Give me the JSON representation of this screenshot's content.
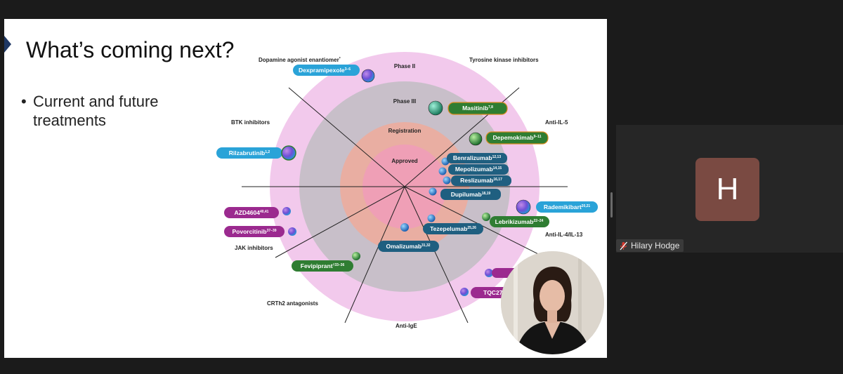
{
  "slide": {
    "title": "What’s coming next?",
    "bullet": "Current and future treatments"
  },
  "diagram": {
    "rings": [
      "Phase II",
      "Phase III",
      "Registration",
      "Approved"
    ],
    "ring_colors": [
      "#f2c9ec",
      "#c8bfc9",
      "#e9aea2",
      "#ef9fb6"
    ],
    "categories": {
      "dopamine": "Dopamine agonist enantiomer",
      "dopamine_sup": "*",
      "tki": "Tyrosine kinase inhibitors",
      "btk": "BTK inhibitors",
      "anti_il5": "Anti-IL-5",
      "jak": "JAK inhibitors",
      "anti_il4": "Anti-IL-4/IL-13",
      "crth2": "CRTh2 antagonists",
      "anti_ige": "Anti-IgE"
    },
    "drugs": [
      {
        "id": "dexpramipexole",
        "name": "Dexpramipexole",
        "sup": "3–6",
        "color": "#2aa3d8"
      },
      {
        "id": "masitinib",
        "name": "Masitinib",
        "sup": "7,8",
        "color": "#2f7d32"
      },
      {
        "id": "depemokimab",
        "name": "Depemokimab",
        "sup": "9–11",
        "color": "#2f7d32"
      },
      {
        "id": "rilzabrutinib",
        "name": "Rilzabrutinib",
        "sup": "1,2",
        "color": "#2aa3d8"
      },
      {
        "id": "benralizumab",
        "name": "Benralizumab",
        "sup": "12,13",
        "color": "#1f5f80"
      },
      {
        "id": "mepolizumab",
        "name": "Mepolizumab",
        "sup": "14,15",
        "color": "#1f5f80"
      },
      {
        "id": "reslizumab",
        "name": "Reslizumab",
        "sup": "16,17",
        "color": "#1f5f80"
      },
      {
        "id": "dupilumab",
        "name": "Dupilumab",
        "sup": "18,19",
        "color": "#1f5f80"
      },
      {
        "id": "rademikibart",
        "name": "Rademikibart",
        "sup": "20,21",
        "color": "#2aa3d8"
      },
      {
        "id": "azd4604",
        "name": "AZD4604",
        "sup": "40,41",
        "color": "#9b2a8f"
      },
      {
        "id": "lebrikizumab",
        "name": "Lebrikizumab",
        "sup": "22–24",
        "color": "#2f7d32"
      },
      {
        "id": "povorcitinib",
        "name": "Povorcitinib",
        "sup": "37–39",
        "color": "#9b2a8f"
      },
      {
        "id": "tezepelumab",
        "name": "Tezepelumab",
        "sup": "25,26",
        "color": "#1f5f80"
      },
      {
        "id": "omalizumab",
        "name": "Omalizumab",
        "sup": "31,32",
        "color": "#1f5f80"
      },
      {
        "id": "fevipiprant",
        "name": "Fevipiprant",
        "sup": "†33–36",
        "color": "#2f7d32"
      },
      {
        "id": "tqc27",
        "name": "TQC27",
        "sup": "",
        "color": "#9b2a8f"
      }
    ]
  },
  "participants": {
    "avatar_initial": "H",
    "name": "Hilary Hodge",
    "mic_state": "muted-mic-icon"
  }
}
